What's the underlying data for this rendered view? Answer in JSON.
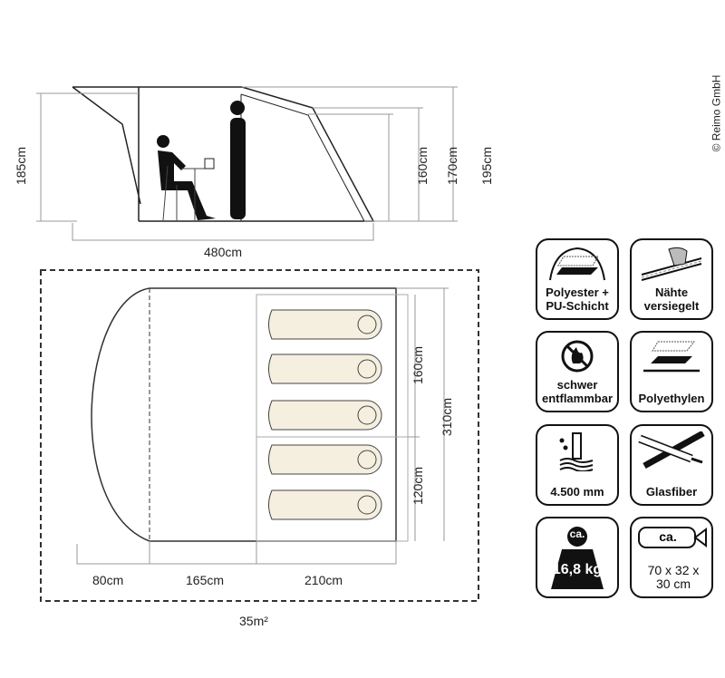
{
  "copyright": "© Reimo GmbH",
  "side_view": {
    "height_total": "185cm",
    "height_1": "160cm",
    "height_2": "170cm",
    "height_3": "195cm",
    "length": "480cm"
  },
  "plan_view": {
    "cabin_depth_1": "160cm",
    "cabin_depth_2": "120cm",
    "width": "310cm",
    "seg_1": "80cm",
    "seg_2": "165cm",
    "seg_3": "210cm",
    "area": "35m²"
  },
  "features": [
    {
      "icon": "fabric-layer-icon",
      "label": "Polyester + PU-Schicht"
    },
    {
      "icon": "sealed-seam-icon",
      "label": "Nähte versiegelt"
    },
    {
      "icon": "flame-retardant-icon",
      "label": "schwer entflammbar"
    },
    {
      "icon": "groundsheet-icon",
      "label": "Polyethylen"
    },
    {
      "icon": "water-column-icon",
      "label": "4.500 mm"
    },
    {
      "icon": "fiberglass-pole-icon",
      "label": "Glasfiber"
    },
    {
      "icon": "weight-icon",
      "label": "16,8 kg",
      "prefix": "ca."
    },
    {
      "icon": "pack-bag-icon",
      "label": "70 x 32 x 30 cm",
      "prefix": "ca."
    }
  ]
}
